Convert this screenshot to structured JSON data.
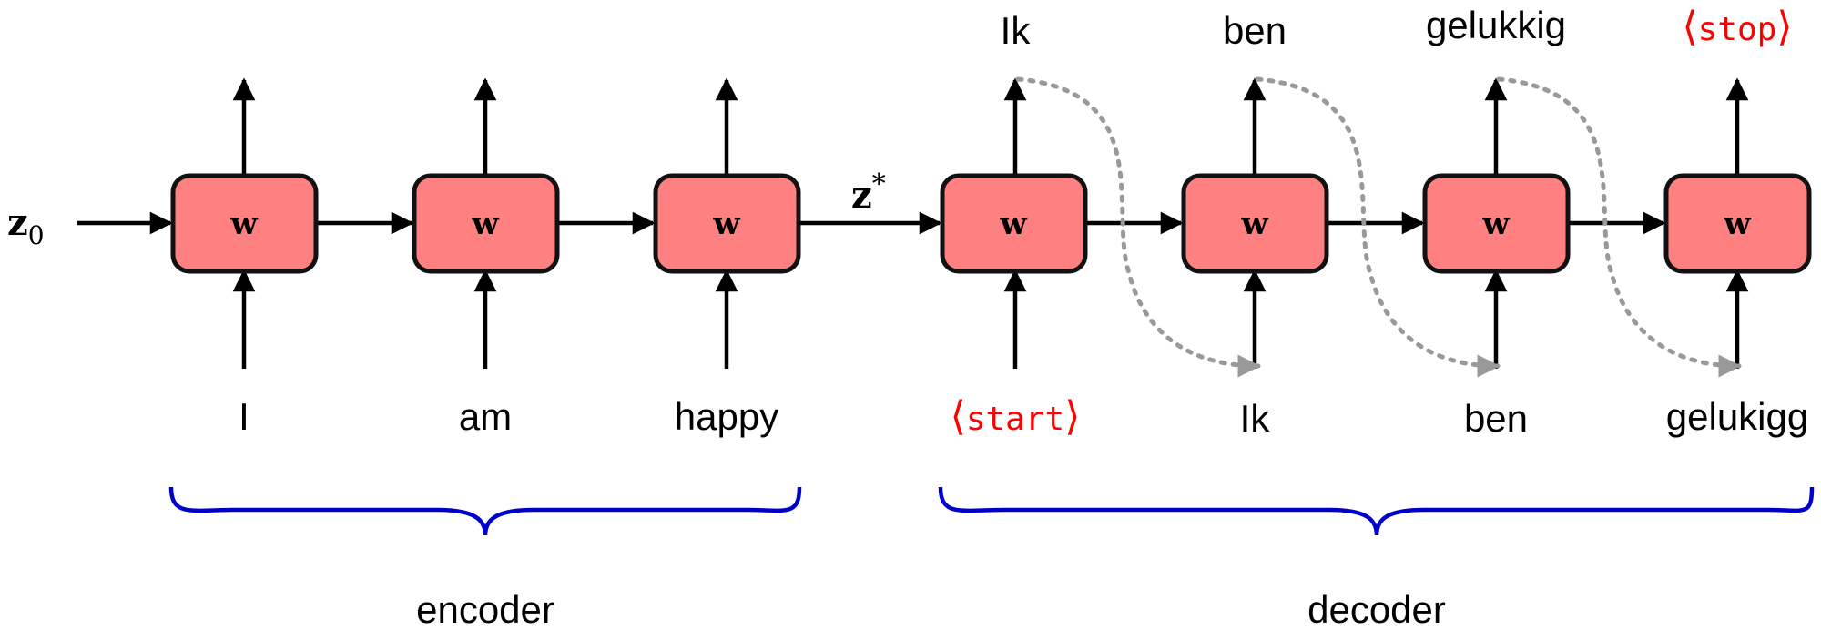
{
  "initial_state": {
    "base": "z",
    "sub": "0"
  },
  "context_state": {
    "base": "z",
    "sup": "*"
  },
  "cell_label": "w",
  "encoder": {
    "inputs": [
      "I",
      "am",
      "happy"
    ],
    "label": "encoder"
  },
  "decoder": {
    "inputs": [
      "start",
      "Ik",
      "ben",
      "gelukigg"
    ],
    "outputs": [
      "Ik",
      "ben",
      "gelukkig",
      "stop"
    ],
    "special_tokens": [
      "start",
      "stop"
    ],
    "label": "decoder"
  },
  "colors": {
    "cell_fill": "#ff8080",
    "cell_stroke": "#111111",
    "special_token": "#ff0000",
    "brace": "#0000cc",
    "feedback_arrow": "#999999"
  }
}
